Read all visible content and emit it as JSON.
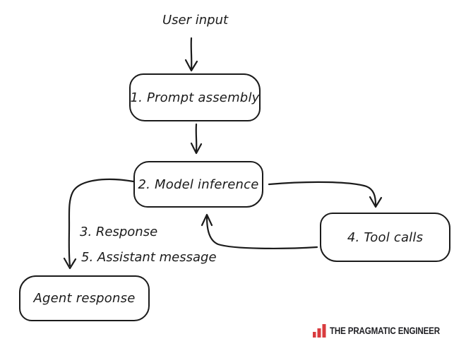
{
  "diagram": {
    "user_input_label": "User input",
    "nodes": [
      {
        "id": "prompt-assembly",
        "label": "1. Prompt assembly"
      },
      {
        "id": "model-inference",
        "label": "2. Model inference"
      },
      {
        "id": "tool-calls",
        "label": "4. Tool calls"
      },
      {
        "id": "agent-response",
        "label": "Agent response"
      }
    ],
    "edge_labels": [
      {
        "id": "response",
        "label": "3. Response"
      },
      {
        "id": "assistant-message",
        "label": "5. Assistant message"
      }
    ],
    "ink_color": "#1b1b1b",
    "background_color": "#ffffff"
  },
  "branding": {
    "name": "THE PRAGMATIC ENGINEER",
    "bar_color": "#d93b3e",
    "icon": "bar-chart-icon"
  }
}
